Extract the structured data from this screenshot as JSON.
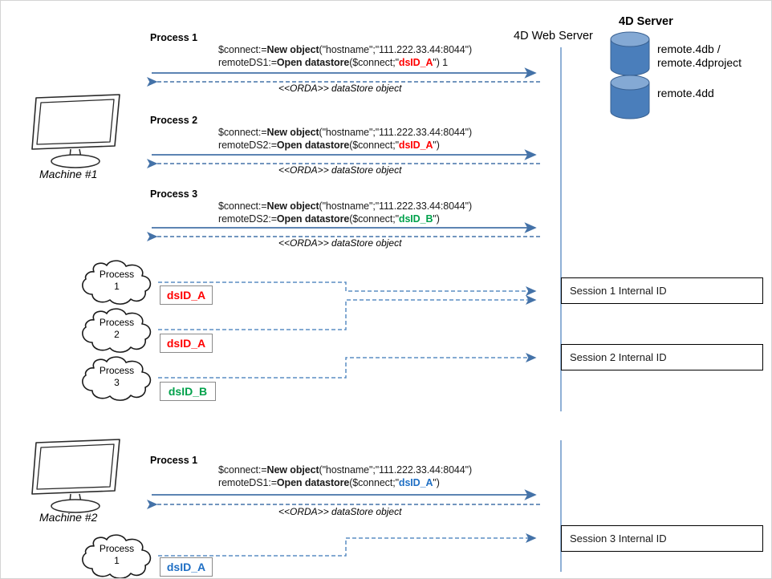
{
  "diagram": {
    "title_server": "4D Server",
    "webserver_label": "4D Web Server",
    "databases": [
      {
        "name": "db-remote-4db",
        "label": "remote.4db /\nremote.4dproject"
      },
      {
        "name": "db-remote-4dd",
        "label": "remote.4dd"
      }
    ],
    "machines": [
      {
        "label": "Machine #1"
      },
      {
        "label": "Machine #2"
      }
    ],
    "process_blocks": [
      {
        "title": "Process 1",
        "code_pre": "$connect:=",
        "code_fn1": "New object",
        "code_args1": "(\"hostname\";\"111.222.33.44:8044\")",
        "code_var": "remoteDS1:=",
        "code_fn2": "Open datastore",
        "code_args2_pre": "($connect;\"",
        "dsid": "dsID_A",
        "dsid_color": "red",
        "code_args2_post": "\") 1",
        "return_label": "<<ORDA>> dataStore object"
      },
      {
        "title": "Process 2",
        "code_pre": "$connect:=",
        "code_fn1": "New object",
        "code_args1": "(\"hostname\";\"111.222.33.44:8044\")",
        "code_var": "remoteDS2:=",
        "code_fn2": "Open datastore",
        "code_args2_pre": "($connect;\"",
        "dsid": "dsID_A",
        "dsid_color": "red",
        "code_args2_post": "\")",
        "return_label": "<<ORDA>> dataStore object"
      },
      {
        "title": "Process 3",
        "code_pre": "$connect:=",
        "code_fn1": "New object",
        "code_args1": "(\"hostname\";\"111.222.33.44:8044\")",
        "code_var": "remoteDS2:=",
        "code_fn2": "Open datastore",
        "code_args2_pre": "($connect;\"",
        "dsid": "dsID_B",
        "dsid_color": "green",
        "code_args2_post": "\")",
        "return_label": "<<ORDA>> dataStore object"
      },
      {
        "title": "Process 1",
        "code_pre": "$connect:=",
        "code_fn1": "New object",
        "code_args1": "(\"hostname\";\"111.222.33.44:8044\")",
        "code_var": "remoteDS1:=",
        "code_fn2": "Open datastore",
        "code_args2_pre": "($connect;\"",
        "dsid": "dsID_A",
        "dsid_color": "blue",
        "code_args2_post": "\")",
        "return_label": "<<ORDA>> dataStore object"
      }
    ],
    "clouds": [
      {
        "line1": "Process",
        "line2": "1"
      },
      {
        "line1": "Process",
        "line2": "2"
      },
      {
        "line1": "Process",
        "line2": "3"
      },
      {
        "line1": "Process",
        "line2": "1"
      }
    ],
    "dsid_tags": [
      {
        "label": "dsID_A",
        "color": "red"
      },
      {
        "label": "dsID_A",
        "color": "red"
      },
      {
        "label": "dsID_B",
        "color": "green"
      },
      {
        "label": "dsID_A",
        "color": "blue"
      }
    ],
    "sessions": [
      {
        "label": "Session 1 Internal ID"
      },
      {
        "label": "Session 2 Internal ID"
      },
      {
        "label": "Session 3 Internal ID"
      }
    ],
    "colors": {
      "arrow_blue": "#4472a8",
      "dashed_blue": "#5b8ec4",
      "cylinder": "#4a7ebb",
      "cylinder_top": "#84a9d4",
      "red": "#ff0000",
      "green": "#00a14b",
      "blue": "#1f6fc4",
      "divider": "#8fb0d6"
    }
  }
}
